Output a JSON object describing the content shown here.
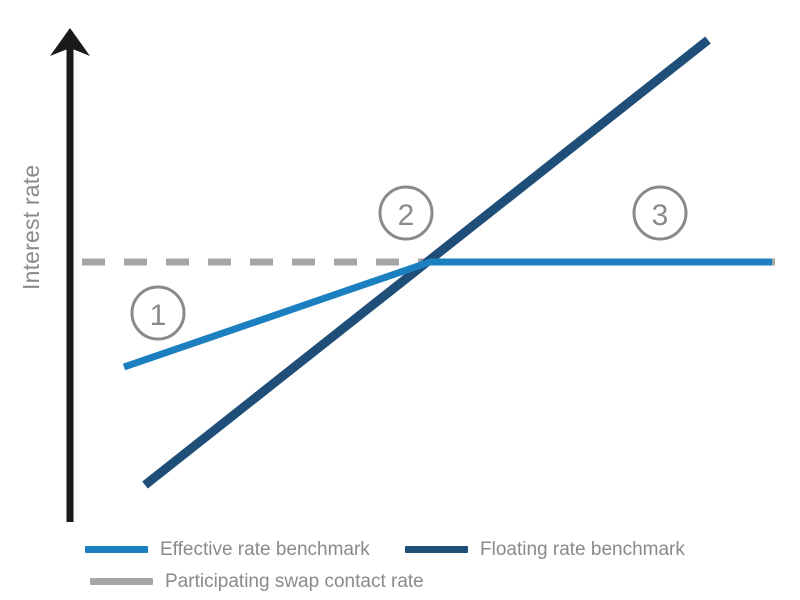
{
  "chart_data": {
    "type": "line",
    "title": "",
    "xlabel": "",
    "ylabel": "Interest rate",
    "grid": false,
    "legend_position": "bottom-left",
    "axis": {
      "y_arrow": true,
      "x_axis_visible": false,
      "x_range_note": "unlabeled time axis",
      "y_range_note": "unlabeled interest rate axis"
    },
    "series": [
      {
        "name": "Effective rate benchmark",
        "color": "#1B7FC0",
        "style": "solid",
        "width": 7,
        "points": [
          {
            "x": 124,
            "y": 367
          },
          {
            "x": 430,
            "y": 262
          },
          {
            "x": 772,
            "y": 262
          }
        ],
        "description": "Rises with the floating rate until it reaches the participating swap contract rate, then stays flat (capped)."
      },
      {
        "name": "Floating rate benchmark",
        "color": "#1F4E79",
        "style": "solid",
        "width": 9,
        "points": [
          {
            "x": 145,
            "y": 485
          },
          {
            "x": 708,
            "y": 40
          }
        ],
        "description": "Rises steadily and linearly across the whole horizon."
      },
      {
        "name": "Participating swap contact rate",
        "color": "#A6A6A6",
        "style": "dashed",
        "width": 7,
        "points": [
          {
            "x": 82,
            "y": 262
          },
          {
            "x": 772,
            "y": 262
          }
        ],
        "description": "Constant horizontal strike level."
      }
    ],
    "annotations": [
      {
        "label": "1",
        "x": 158,
        "y": 313,
        "radius": 27,
        "zone": "Floating rate below the swap contract rate"
      },
      {
        "label": "2",
        "x": 406,
        "y": 213,
        "radius": 27,
        "zone": "Crossover point where the two benchmarks meet the contract rate"
      },
      {
        "label": "3",
        "x": 660,
        "y": 213,
        "radius": 27,
        "zone": "Floating rate above the swap contract rate"
      }
    ],
    "intersection_point": {
      "x": 430,
      "y": 262
    }
  },
  "axis": {
    "y_label": "Interest rate"
  },
  "legend": {
    "items": [
      {
        "label": "Effective rate benchmark",
        "color": "#1B7FC0",
        "style": "solid"
      },
      {
        "label": "Floating rate benchmark",
        "color": "#1F4E79",
        "style": "solid"
      },
      {
        "label": "Participating swap contact rate",
        "color": "#A6A6A6",
        "style": "solid"
      }
    ]
  },
  "markers": {
    "one": "1",
    "two": "2",
    "three": "3"
  },
  "colors": {
    "effective_blue": "#1B7FC0",
    "floating_navy": "#1F4E79",
    "swap_gray": "#A6A6A6",
    "text_gray": "#8a8a8a",
    "axis_black": "#1a1a1a",
    "background": "#ffffff"
  }
}
